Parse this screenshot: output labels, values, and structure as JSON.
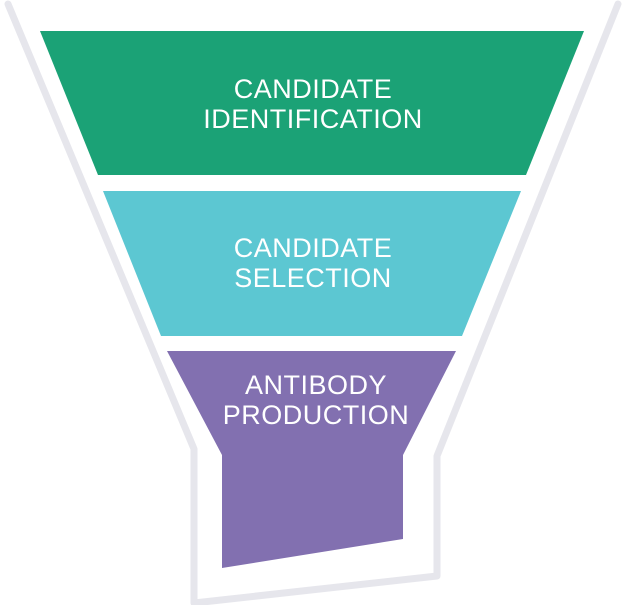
{
  "stages": [
    {
      "line1": "CANDIDATE",
      "line2": "IDENTIFICATION",
      "color": "#1ba276"
    },
    {
      "line1": "CANDIDATE",
      "line2": "SELECTION",
      "color": "#5cc7d2"
    },
    {
      "line1": "ANTIBODY",
      "line2": "PRODUCTION",
      "color": "#8270b0"
    }
  ],
  "outline_color": "#e6e6ec"
}
